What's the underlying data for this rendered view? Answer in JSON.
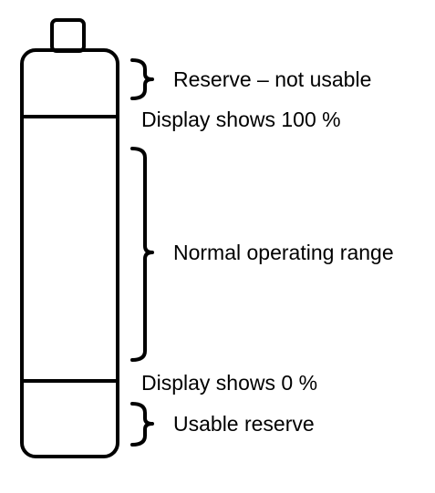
{
  "diagram": {
    "labels": {
      "reserve_not_usable": "Reserve – not usable",
      "display_100": "Display shows 100 %",
      "normal_range": "Normal operating range",
      "display_0": "Display shows 0 %",
      "usable_reserve": "Usable reserve"
    },
    "colors": {
      "stroke": "#000000",
      "background": "#ffffff"
    }
  }
}
